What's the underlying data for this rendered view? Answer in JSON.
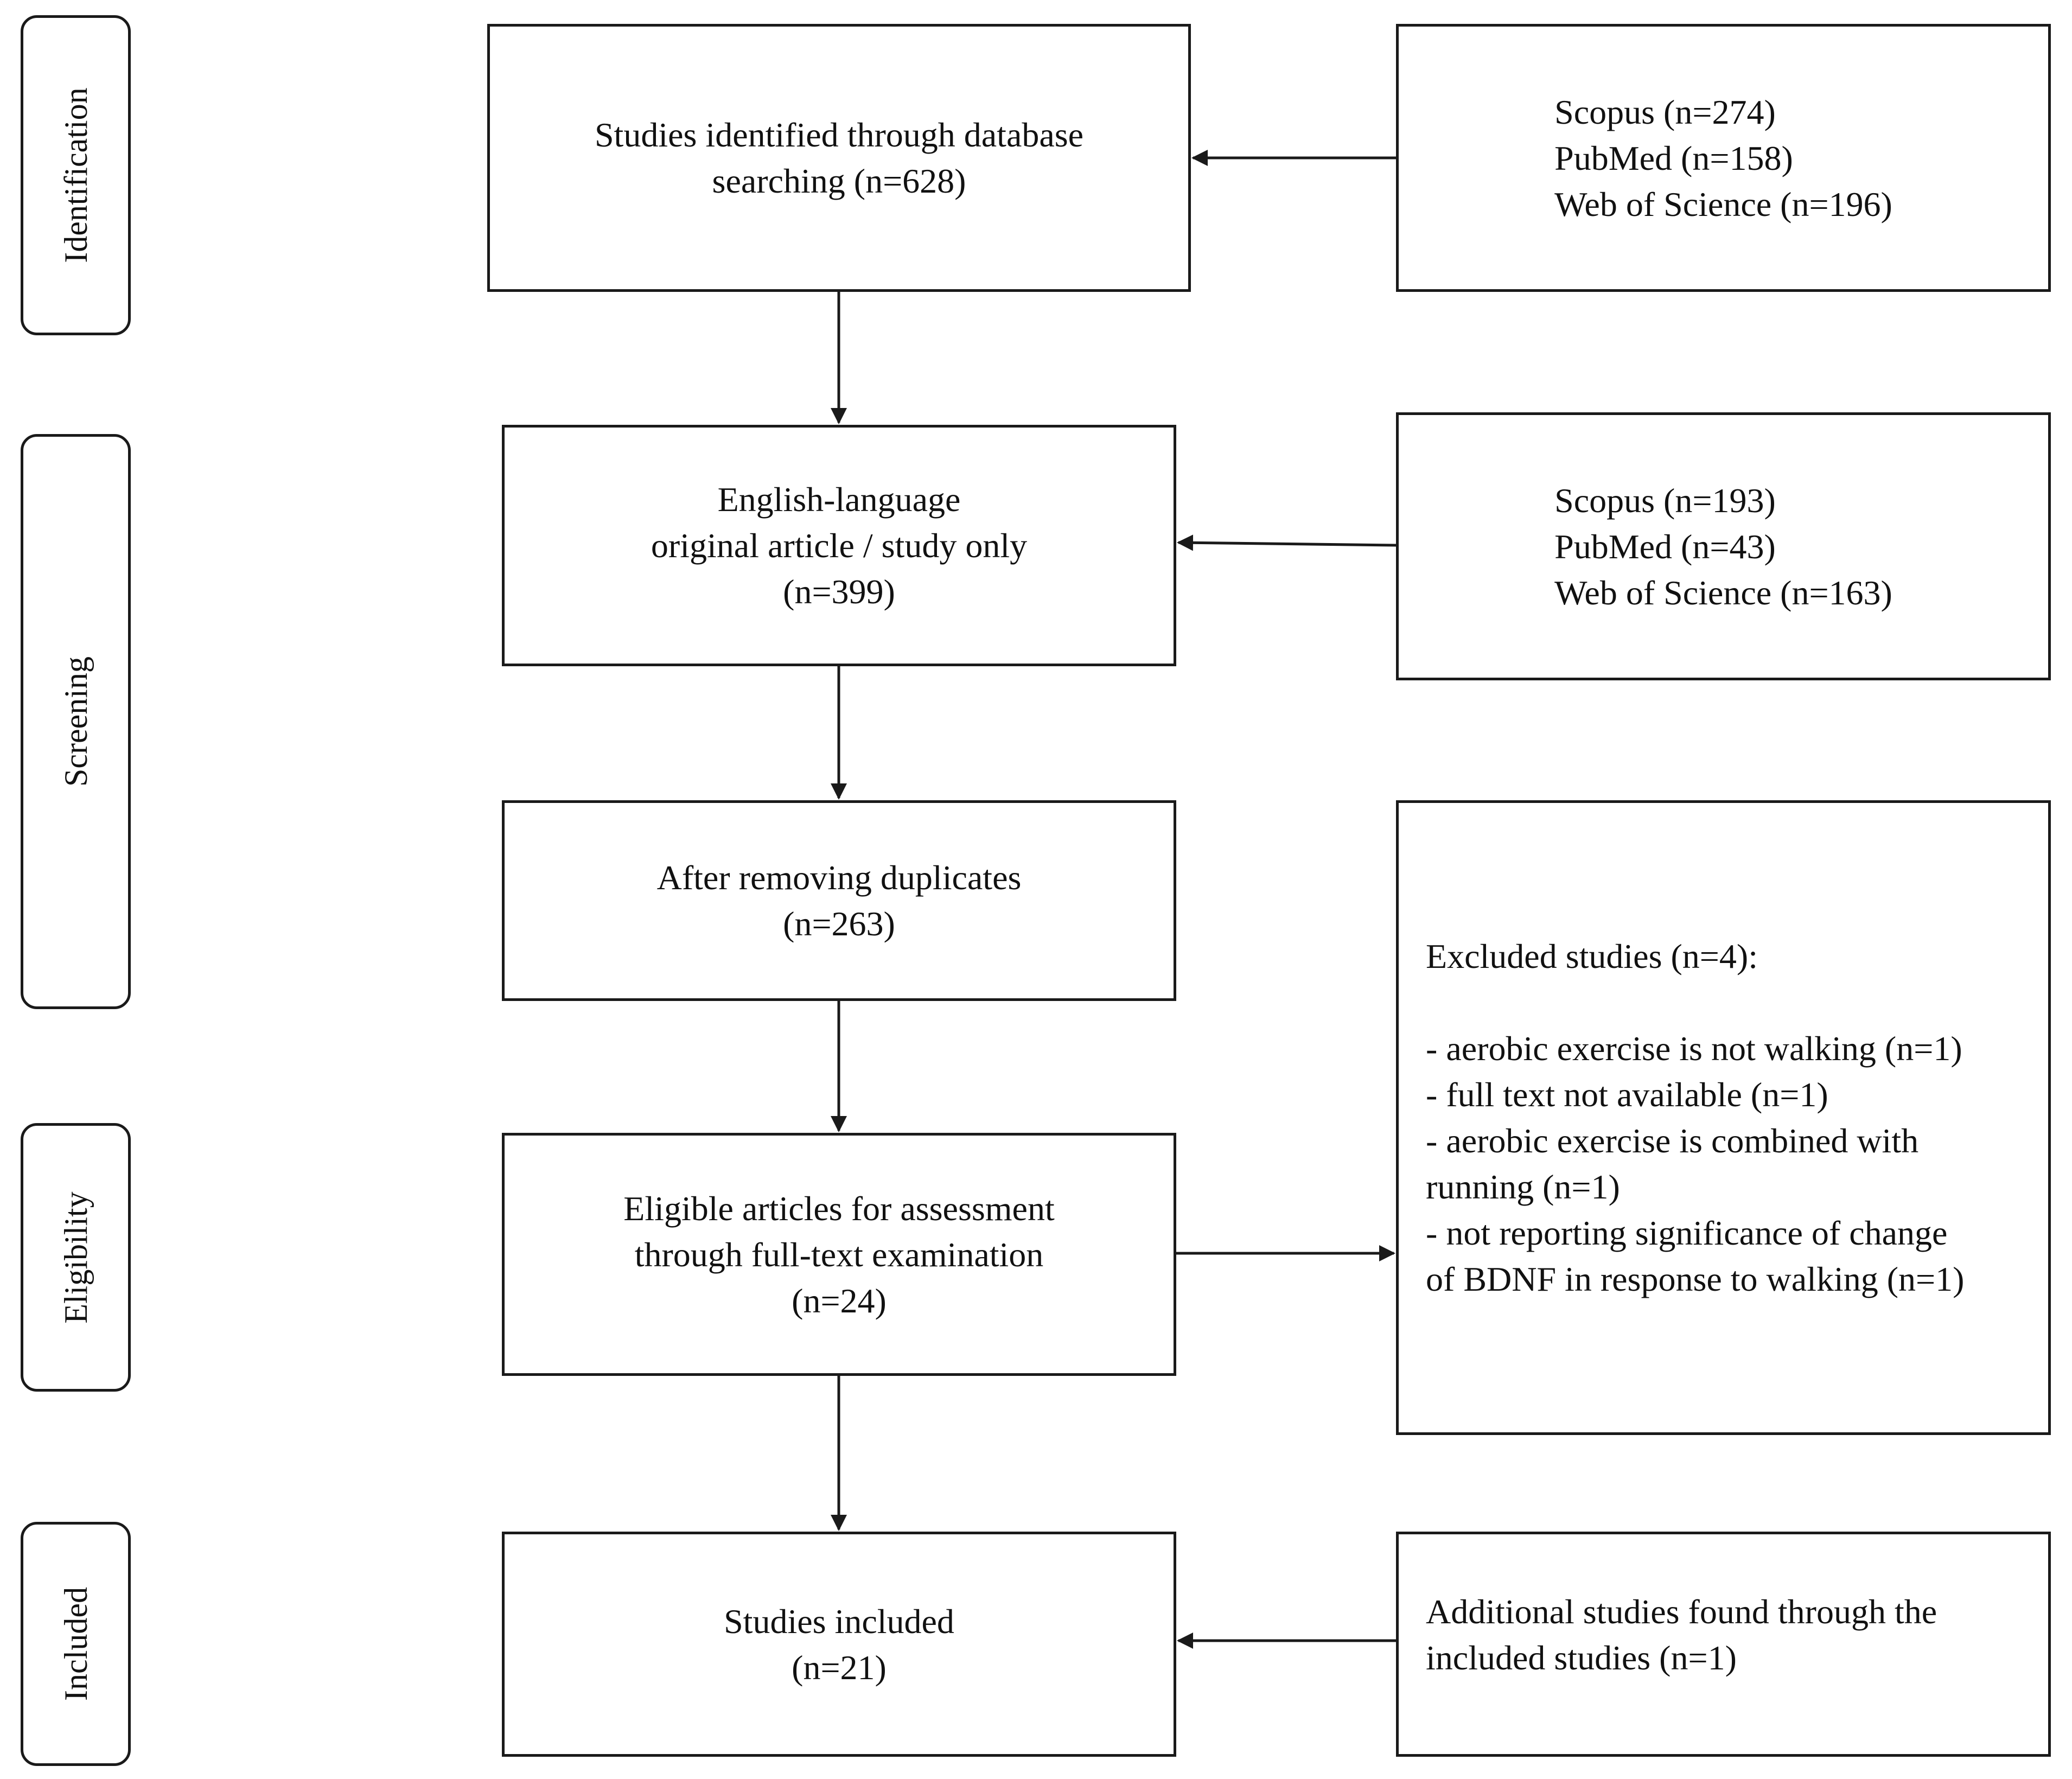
{
  "stages": [
    {
      "id": "identification",
      "label": "Identification"
    },
    {
      "id": "screening",
      "label": "Screening"
    },
    {
      "id": "eligibility",
      "label": "Eligibility"
    },
    {
      "id": "included",
      "label": "Included"
    }
  ],
  "main_boxes": [
    {
      "id": "identified",
      "lines": [
        "Studies identified through database",
        "searching (n=628)"
      ]
    },
    {
      "id": "english",
      "lines": [
        "English-language",
        "original article / study only",
        "(n=399)"
      ]
    },
    {
      "id": "dedup",
      "lines": [
        "After removing duplicates",
        "(n=263)"
      ]
    },
    {
      "id": "eligible",
      "lines": [
        "Eligible articles for assessment",
        "through full-text examination",
        "(n=24)"
      ]
    },
    {
      "id": "included",
      "lines": [
        "Studies included",
        "(n=21)"
      ]
    }
  ],
  "side_boxes": [
    {
      "id": "sources-identification",
      "lines": [
        "Scopus (n=274)",
        "PubMed (n=158)",
        "Web of Science (n=196)"
      ]
    },
    {
      "id": "sources-screening",
      "lines": [
        "Scopus (n=193)",
        "PubMed (n=43)",
        "Web of Science (n=163)"
      ]
    },
    {
      "id": "excluded",
      "lines": [
        "Excluded studies (n=4):",
        "",
        "- aerobic exercise is not walking (n=1)",
        "- full text not available (n=1)",
        "- aerobic exercise is combined with",
        "running (n=1)",
        "- not reporting significance of change",
        "of BDNF in response to walking (n=1)"
      ]
    },
    {
      "id": "additional",
      "lines": [
        "Additional studies found through the",
        "included studies (n=1)"
      ]
    }
  ]
}
